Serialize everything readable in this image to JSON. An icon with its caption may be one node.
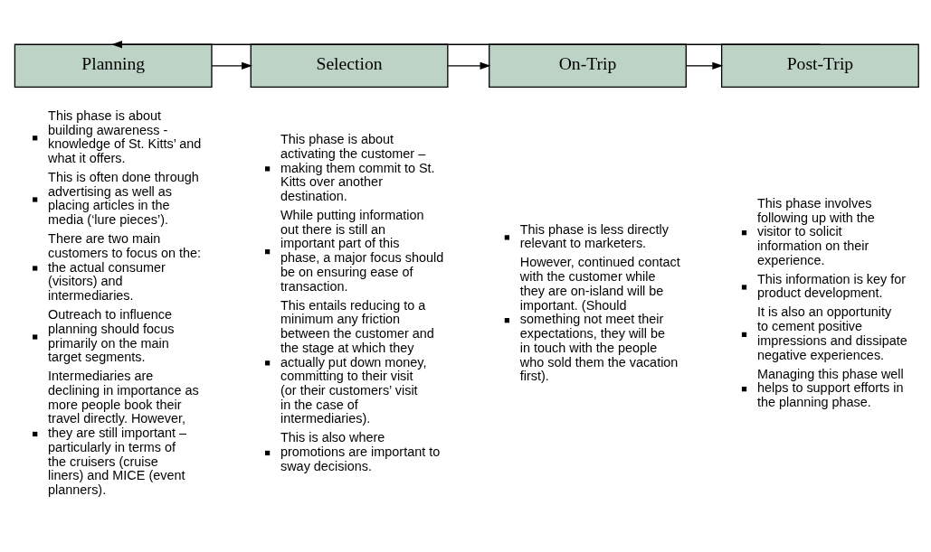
{
  "diagram": {
    "nodes": [
      {
        "text": [
          "Planning"
        ],
        "beside": [
          "This phase is about building awareness - knowledge of St. Kitts’ and what it offers.",
          "This is often done through advertising as well as placing articles in the media (‘lure pieces’).",
          "There are two main customers to focus on the: the actual consumer (visitors) and intermediaries.",
          "Outreach to influence planning should focus primarily on the main target segments.",
          "Intermediaries are declining in importance as more people book their travel directly. However, they are still important – particularly in terms of the cruisers (cruise liners) and MICE (event planners)."
        ]
      },
      {
        "text": [
          "Selection"
        ],
        "beside": [
          "This phase is about activating the customer – making them commit to St. Kitts over another destination.",
          "While putting information out there is still an important part of this phase, a major focus should be on ensuring ease of transaction.",
          "This entails reducing to a minimum any friction between the customer and the stage at which they actually put down money, committing to their visit (or their customers’ visit in the case of intermediaries).",
          "This is also where promotions are important to sway decisions."
        ]
      },
      {
        "text": [
          "On-Trip"
        ],
        "beside": [
          "This phase is less directly relevant to marketers.",
          "However, continued contact with the customer while they are on-island will be important. (Should something not meet their expectations, they will be in touch with the people who sold them the vacation first)."
        ]
      },
      {
        "text": [
          "Post-Trip"
        ],
        "beside": [
          "This phase involves following up with the visitor to solicit information on their experience.",
          "This information is key for product development.",
          "It is also an opportunity to cement positive impressions and dissipate negative experiences.",
          "Managing this phase well helps to support efforts in the planning phase."
        ]
      }
    ],
    "edges": [
      {
        "from": 0,
        "to": 1,
        "arrow": "to"
      },
      {
        "from": 1,
        "to": 2,
        "arrow": "to"
      },
      {
        "from": 2,
        "to": 3,
        "arrow": "to"
      },
      {
        "from": 3,
        "to": 0,
        "arrow": "to"
      }
    ]
  }
}
